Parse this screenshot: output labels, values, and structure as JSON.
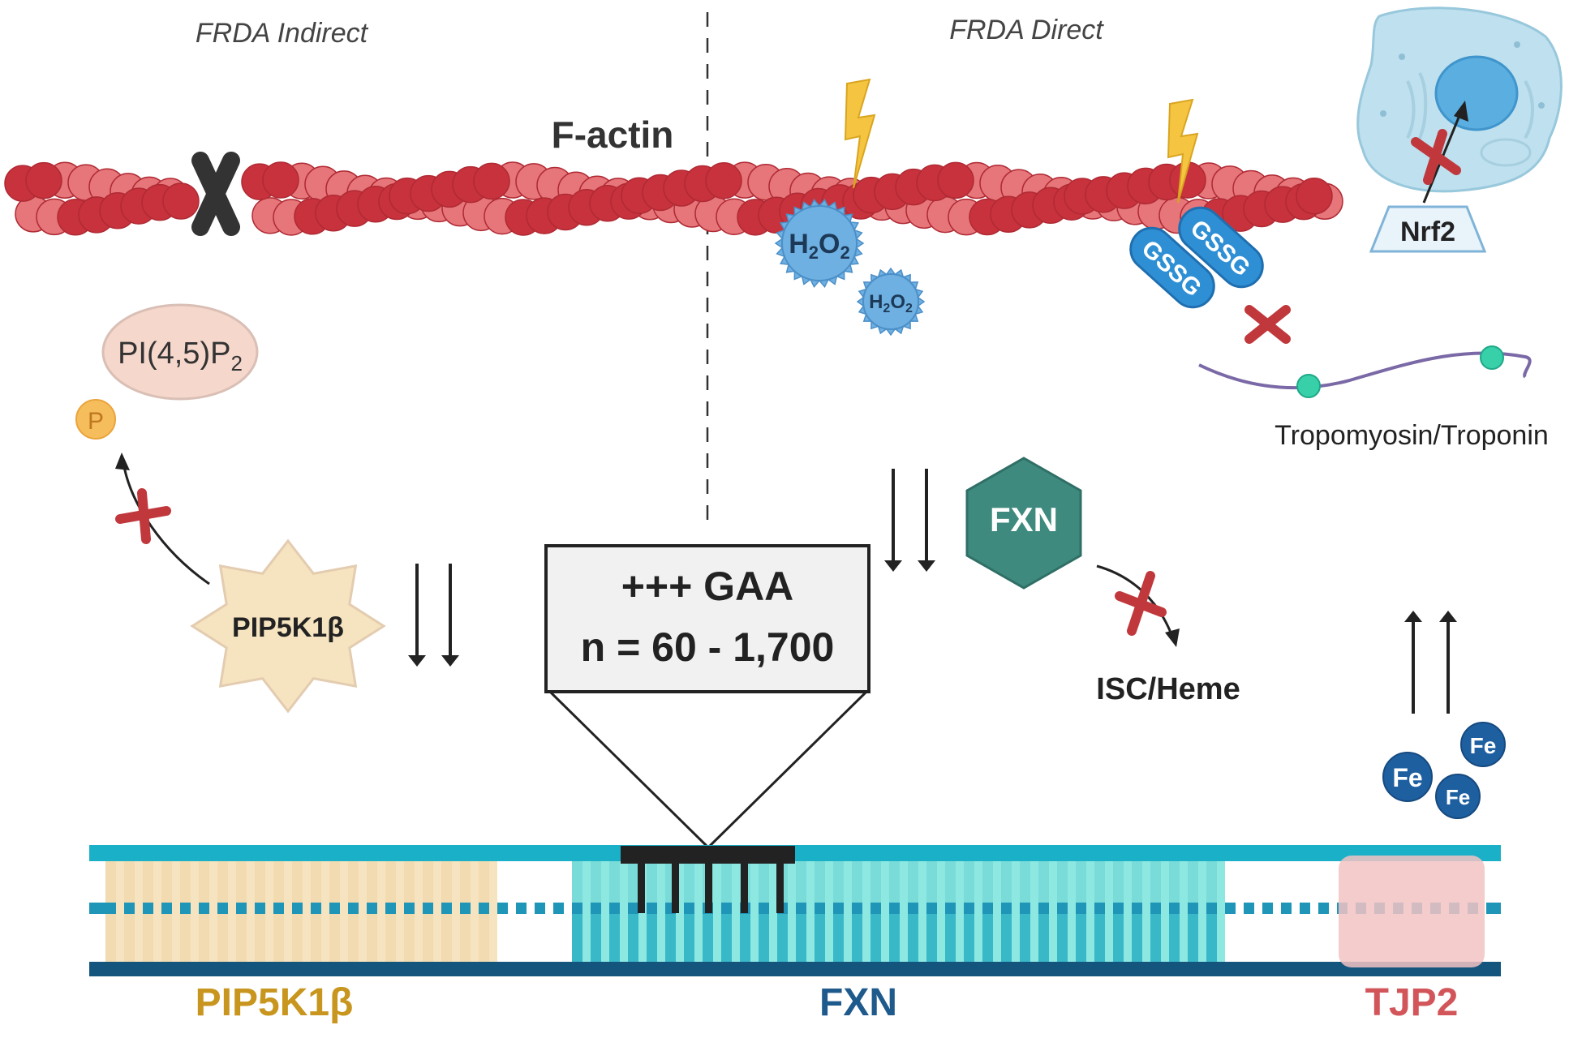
{
  "headings": {
    "indirect": "FRDA Indirect",
    "direct": "FRDA Direct"
  },
  "labels": {
    "f_actin": "F-actin",
    "h2o2_base": "H",
    "h2o2_sub1": "2",
    "h2o2_mid": "O",
    "h2o2_sub2": "2",
    "gssg": "GSSG",
    "nrf2": "Nrf2",
    "tropo": "Tropomyosin/Troponin",
    "pip2_main": "PI(4,5)P",
    "pip2_sub": "2",
    "phosphate": "P",
    "pip5k1b": "PIP5K1β",
    "fxn_protein": "FXN",
    "isc_heme": "ISC/Heme",
    "fe": "Fe"
  },
  "gaa_box": {
    "line1": "+++ GAA",
    "line2": "n = 60 - 1,700"
  },
  "genes": [
    {
      "name": "PIP5K1β",
      "color": "#c8961e"
    },
    {
      "name": "FXN",
      "color": "#1f5a8c"
    },
    {
      "name": "TJP2",
      "color": "#d2555a"
    }
  ],
  "colors": {
    "actin_dark": "#c8323c",
    "actin_light": "#e6767a",
    "ros": "#6fb0e2",
    "gssg": "#2f8fd4",
    "fxn_hex": "#3f8a7e",
    "fe": "#1e5fa0",
    "inhibit": "#c0383c",
    "dna_top": "#1ab0c8",
    "dna_bottom": "#14557e",
    "dna_fxn": "#8ee8e2",
    "dna_pip": "#f6e3bf",
    "dna_tjp2": "#f2c3c3"
  }
}
